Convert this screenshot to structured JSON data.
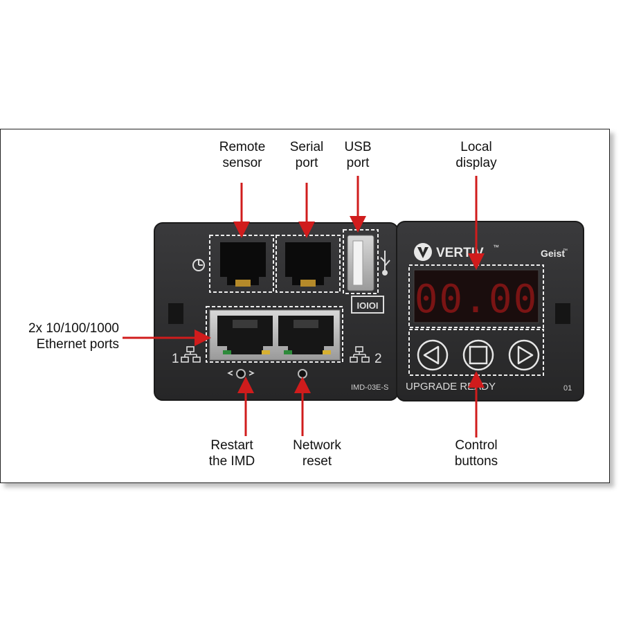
{
  "callouts": {
    "remote_sensor": "Remote\nsensor",
    "serial_port": "Serial\nport",
    "usb_port": "USB\nport",
    "local_display": "Local\ndisplay",
    "ethernet_ports": "2x 10/100/1000\nEthernet ports",
    "restart_imd": "Restart\nthe IMD",
    "network_reset": "Network\nreset",
    "control_buttons": "Control\nbuttons"
  },
  "device": {
    "brand": "VERTIV",
    "brand_tm": "™",
    "sub_brand": "Geist",
    "sub_brand_tm": "™",
    "display_value": "00.00",
    "serial_badge": "IOIOI",
    "port_label_1": "1",
    "port_label_2": "2",
    "model": "IMD-03E-S",
    "upgrade_text": "UPGRADE READY",
    "unit_number": "01"
  },
  "colors": {
    "arrow": "#d01c1c",
    "housing": "#2f2f31",
    "display_digits": "#7a1414"
  }
}
